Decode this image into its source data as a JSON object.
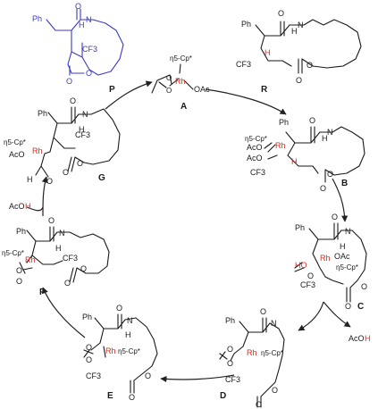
{
  "colors": {
    "rhodium": "#e0281e",
    "product": "#3a3ac8",
    "ink": "#1a1a1a",
    "background": "#ffffff"
  },
  "compounds": {
    "P": {
      "label": "P",
      "text": [
        "Ph",
        "H",
        "N",
        "O",
        "CF3",
        "O",
        "O"
      ]
    },
    "A": {
      "label": "A",
      "text": [
        "η5-Cp*",
        "Rh",
        "OAc",
        "O",
        "O"
      ]
    },
    "R": {
      "label": "R",
      "text": [
        "Ph",
        "H",
        "N",
        "O",
        "H",
        "CF3",
        "O",
        "O"
      ]
    },
    "B": {
      "label": "B",
      "text": [
        "η5-Cp*",
        "AcO",
        "Rh",
        "AcO",
        "Ph",
        "H",
        "N",
        "O",
        "H",
        "CF3",
        "O",
        "O"
      ]
    },
    "C": {
      "label": "C",
      "text": [
        "Ph",
        "H",
        "N",
        "O",
        "Rh",
        "OAc",
        "HO",
        "O",
        "η5-Cp*",
        "CF3",
        "O",
        "O"
      ]
    },
    "D": {
      "label": "D",
      "text": [
        "Ph",
        "N",
        "O",
        "Rh",
        "η5-Cp*",
        "O",
        "O",
        "CF3",
        "O",
        "O"
      ]
    },
    "E": {
      "label": "E",
      "text": [
        "Ph",
        "H",
        "N",
        "O",
        "Rh",
        "η5-Cp*",
        "O",
        "O",
        "CF3",
        "O",
        "O"
      ]
    },
    "F": {
      "label": "F",
      "text": [
        "Ph",
        "H",
        "N",
        "O",
        "CF3",
        "η5-Cp*",
        "Rh",
        "O",
        "O",
        "O",
        "O"
      ]
    },
    "G": {
      "label": "G",
      "text": [
        "Ph",
        "H",
        "N",
        "O",
        "CF3",
        "η5-Cp*",
        "AcO",
        "Rh",
        "O",
        "O",
        "H",
        "O"
      ]
    }
  },
  "byproducts": {
    "acoh_out": [
      "AcO",
      "H"
    ],
    "acoh_in": [
      "AcO",
      "H"
    ]
  }
}
